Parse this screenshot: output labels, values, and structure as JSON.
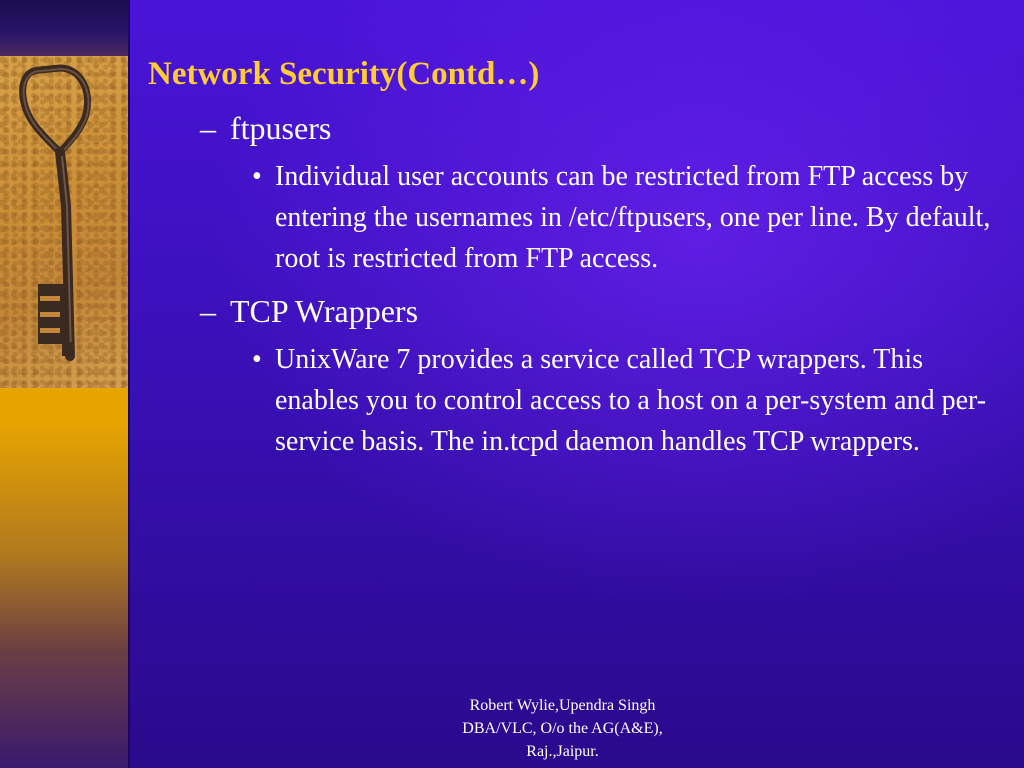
{
  "slide": {
    "title": "Network Security(Contd…)",
    "sections": [
      {
        "dash": "–",
        "heading": "ftpusers",
        "bullet": "•",
        "text": "Individual user accounts can be restricted from FTP access by entering the usernames in /etc/ftpusers, one per line. By default, root is restricted from FTP access."
      },
      {
        "dash": "–",
        "heading": "TCP Wrappers",
        "bullet": "•",
        "text": "UnixWare 7 provides a service called TCP wrappers. This enables you to control access to a host on a per-system and per-service basis. The in.tcpd daemon handles TCP wrappers."
      }
    ],
    "footer": [
      "Robert Wylie,Upendra Singh",
      "DBA/VLC, O/o the AG(A&E),",
      "Raj.,Jaipur."
    ]
  },
  "colors": {
    "title": "#ffcc33",
    "background": "#3a10b8",
    "sidebar": "#e6a400"
  },
  "icons": {
    "sidebar_image": "key-icon"
  }
}
